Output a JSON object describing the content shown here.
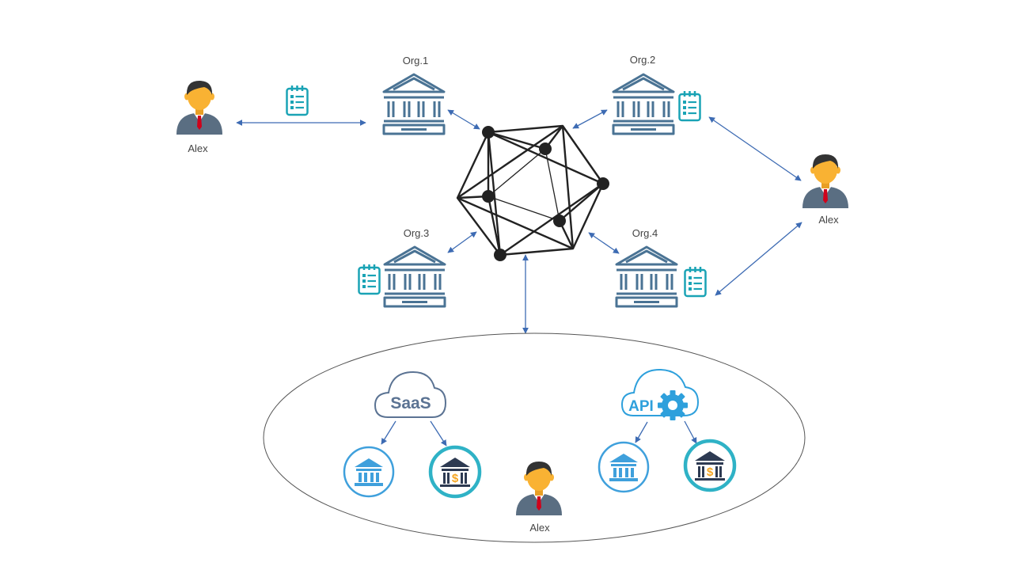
{
  "orgs": [
    {
      "label": "Org.1"
    },
    {
      "label": "Org.2"
    },
    {
      "label": "Org.3"
    },
    {
      "label": "Org.4"
    }
  ],
  "users": [
    {
      "label": "Alex"
    },
    {
      "label": "Alex"
    },
    {
      "label": "Alex"
    }
  ],
  "services": {
    "saas_label": "SaaS",
    "api_label": "API"
  },
  "icons": {
    "person": "person-icon",
    "bank": "bank-icon",
    "document": "document-icon",
    "network": "network-polyhedron-icon",
    "cloud": "cloud-icon",
    "gear": "gear-icon",
    "dollar": "dollar-icon"
  },
  "colors": {
    "bank_stroke": "#4a7394",
    "document": "#1aa3b5",
    "arrow": "#3d6bb3",
    "network": "#222222",
    "cloud_saas": "#5b7393",
    "cloud_api": "#2ea0dc",
    "circle_light": "#3fa0dc",
    "circle_teal": "#2fb2c6",
    "bank_dark": "#2d3a52",
    "dollar": "#f5a623",
    "skin": "#f9b233",
    "hair": "#333333",
    "suit": "#5a6e82",
    "tie": "#d0021b"
  }
}
